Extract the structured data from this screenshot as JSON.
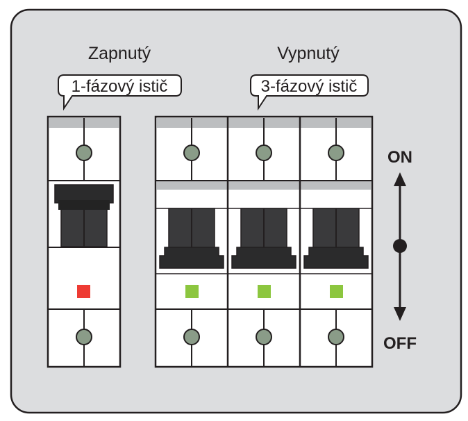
{
  "breaker_1": {
    "state_label": "Zapnutý",
    "type_label": "1-fázový istič",
    "poles": 1,
    "indicator_color": "#ee3b33",
    "lever": "up"
  },
  "breaker_3": {
    "state_label": "Vypnutý",
    "type_label": "3-fázový istič",
    "poles": 3,
    "indicator_color": "#8cc63f",
    "lever": "down"
  },
  "scale": {
    "on_label": "ON",
    "off_label": "OFF"
  },
  "colors": {
    "panel_bg": "#dcdddf",
    "module_bg": "#ffffff",
    "outline": "#231f20",
    "terminal": "#8a9c88",
    "strip": "#bcbec0",
    "lever_dark": "#3a3a3c",
    "lever_darker": "#232323"
  }
}
